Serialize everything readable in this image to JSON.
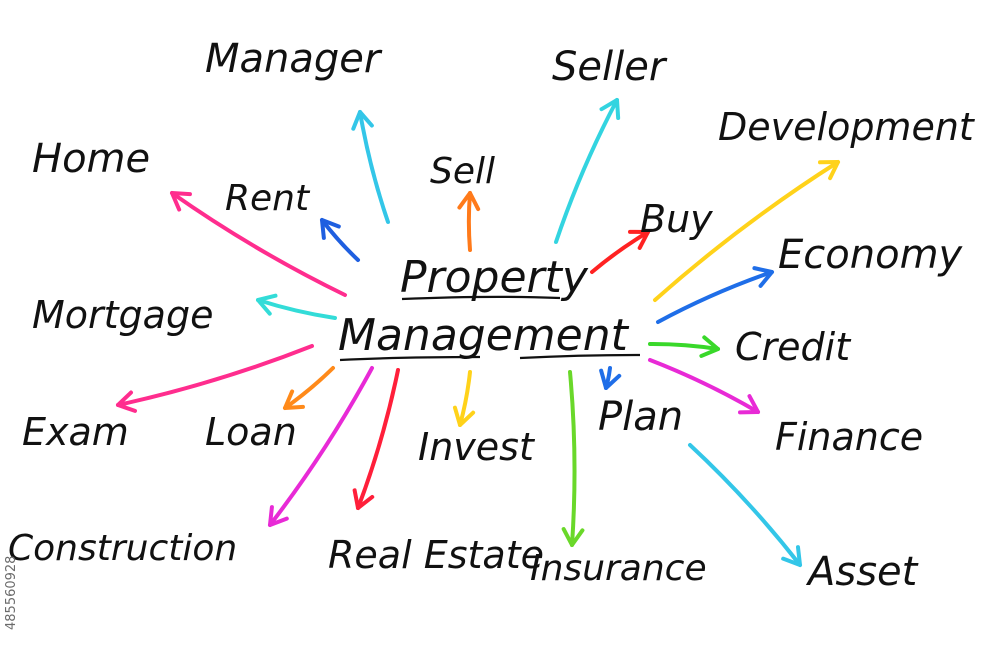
{
  "center": {
    "line1": "Property",
    "line2": "Management"
  },
  "nodes": [
    {
      "id": "manager",
      "label": "Manager",
      "color": "#33c6e8"
    },
    {
      "id": "seller",
      "label": "Seller",
      "color": "#33d4e0"
    },
    {
      "id": "sell",
      "label": "Sell",
      "color": "#ff7a1a"
    },
    {
      "id": "development",
      "label": "Development",
      "color": "#ffd21a"
    },
    {
      "id": "home",
      "label": "Home",
      "color": "#ff2d8e"
    },
    {
      "id": "rent",
      "label": "Rent",
      "color": "#1f5fe0"
    },
    {
      "id": "buy",
      "label": "Buy",
      "color": "#ff2222"
    },
    {
      "id": "economy",
      "label": "Economy",
      "color": "#1f6ee8"
    },
    {
      "id": "mortgage",
      "label": "Mortgage",
      "color": "#33dcd8"
    },
    {
      "id": "credit",
      "label": "Credit",
      "color": "#39d82a"
    },
    {
      "id": "exam",
      "label": "Exam",
      "color": "#ff2d8e"
    },
    {
      "id": "loan",
      "label": "Loan",
      "color": "#ff8a1a"
    },
    {
      "id": "invest",
      "label": "Invest",
      "color": "#ffd21a"
    },
    {
      "id": "plan",
      "label": "Plan",
      "color": "#1f6ee8"
    },
    {
      "id": "finance",
      "label": "Finance",
      "color": "#e82ad6"
    },
    {
      "id": "construction",
      "label": "Construction",
      "color": "#e82ad6"
    },
    {
      "id": "real-estate",
      "label": "Real Estate",
      "color": "#ff1f3a"
    },
    {
      "id": "insurance",
      "label": "Insurance",
      "color": "#6ad82a"
    },
    {
      "id": "asset",
      "label": "Asset",
      "color": "#33c6e8"
    }
  ],
  "watermark": "485560928"
}
